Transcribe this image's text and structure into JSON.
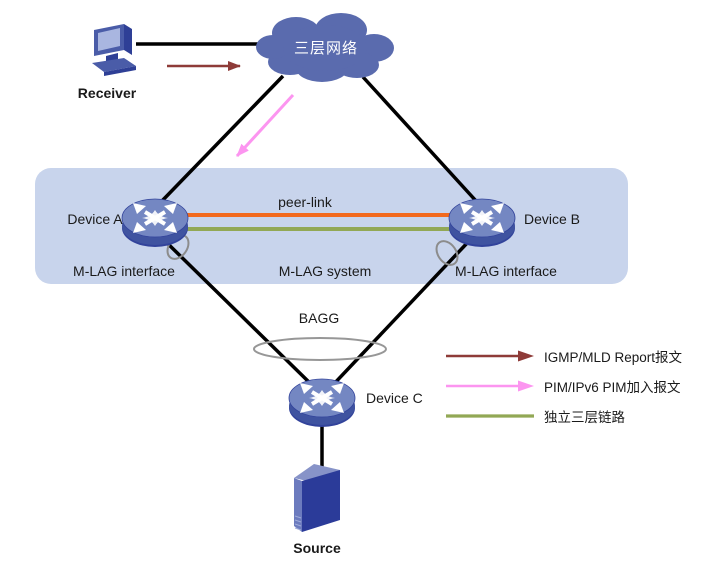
{
  "diagram": {
    "nodes": {
      "receiver": {
        "label": "Receiver",
        "icon": "desktop-pc"
      },
      "layer3_network_cloud": {
        "label": "三层网络",
        "icon": "network-cloud"
      },
      "device_a": {
        "label": "Device A",
        "icon": "router"
      },
      "device_b": {
        "label": "Device B",
        "icon": "router"
      },
      "device_c": {
        "label": "Device C",
        "icon": "router"
      },
      "source": {
        "label": "Source",
        "icon": "tower-server"
      }
    },
    "labels": {
      "peer_link": "peer-link",
      "mlag_interface_left": "M-LAG interface",
      "mlag_interface_right": "M-LAG interface",
      "mlag_system": "M-LAG system",
      "bagg": "BAGG"
    }
  },
  "legend": {
    "items": [
      {
        "label": "IGMP/MLD Report报文",
        "color": "#8E3B38",
        "style": "arrow"
      },
      {
        "label": "PIM/IPv6 PIM加入报文",
        "color": "#FC95F0",
        "style": "arrow"
      },
      {
        "label": "独立三层链路",
        "color": "#92A855",
        "style": "line"
      }
    ]
  },
  "colors": {
    "cloud_fill": "#5A6BAE",
    "mlag_box_fill": "#C8D4EC",
    "link_black": "#000000",
    "peer_link_orange": "#F2691D",
    "independent_link_green": "#92A855",
    "igmp_arrow_red": "#8E3B38",
    "pim_arrow_pink": "#FC95F0",
    "router_top_blue": "#7487C2",
    "router_side_blue": "#3F53A0",
    "interface_ellipse_gray": "#8C8C8C"
  }
}
